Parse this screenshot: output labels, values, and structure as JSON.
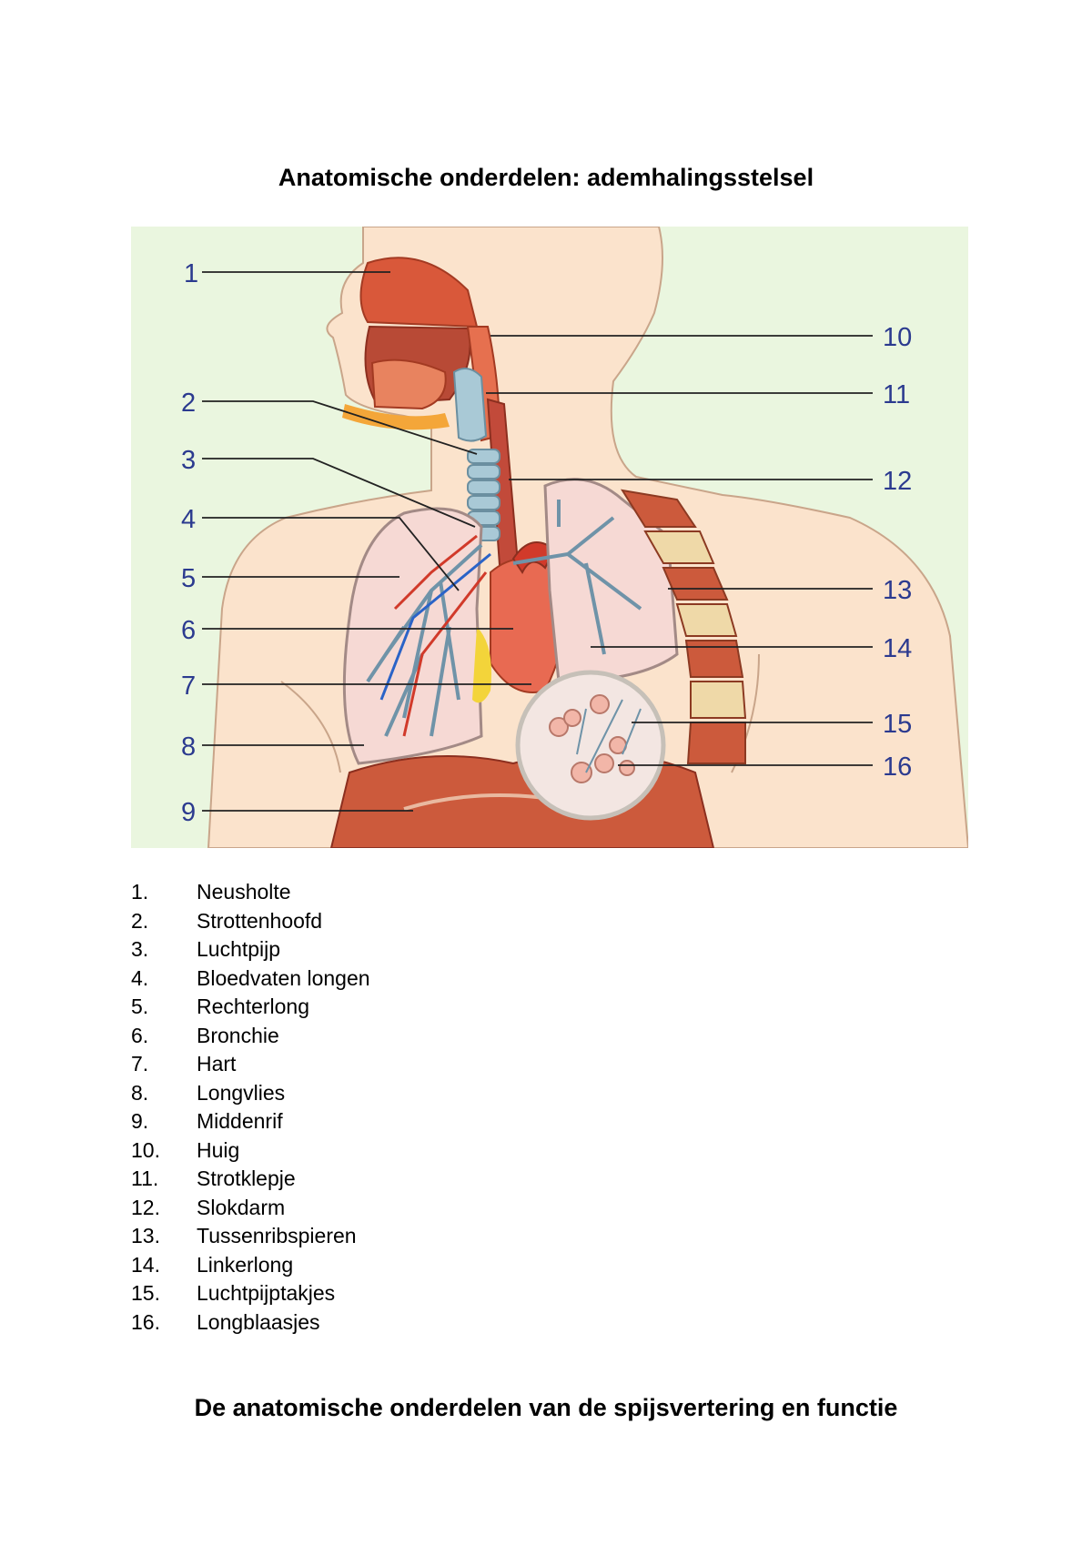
{
  "title": "Anatomische onderdelen: ademhalingsstelsel",
  "figure": {
    "numbers": [
      "1",
      "2",
      "3",
      "4",
      "5",
      "6",
      "7",
      "8",
      "9",
      "10",
      "11",
      "12",
      "13",
      "14",
      "15",
      "16"
    ],
    "colors": {
      "background": "#eaf6df",
      "skin": "#fbe3cc",
      "muscle": "#cc5a3c",
      "lung": "#f6d9d4",
      "airway": "#a9c9d6",
      "vein": "#2b63c7",
      "artery": "#d13a2a",
      "fat": "#f3d43a",
      "label_text": "#2b3a8f"
    }
  },
  "legend": [
    {
      "num": "1.",
      "label": "Neusholte"
    },
    {
      "num": "2.",
      "label": "Strottenhoofd"
    },
    {
      "num": "3.",
      "label": "Luchtpijp"
    },
    {
      "num": "4.",
      "label": "Bloedvaten longen"
    },
    {
      "num": "5.",
      "label": "Rechterlong"
    },
    {
      "num": "6.",
      "label": "Bronchie"
    },
    {
      "num": "7.",
      "label": "Hart"
    },
    {
      "num": "8.",
      "label": "Longvlies"
    },
    {
      "num": "9.",
      "label": "Middenrif"
    },
    {
      "num": "10.",
      "label": "Huig"
    },
    {
      "num": "11.",
      "label": "Strotklepje"
    },
    {
      "num": "12.",
      "label": "Slokdarm"
    },
    {
      "num": "13.",
      "label": "Tussenribspieren"
    },
    {
      "num": "14.",
      "label": "Linkerlong"
    },
    {
      "num": "15.",
      "label": "Luchtpijptakjes"
    },
    {
      "num": "16.",
      "label": "Longblaasjes"
    }
  ],
  "section_title": "De anatomische onderdelen van de spijsvertering en functie"
}
